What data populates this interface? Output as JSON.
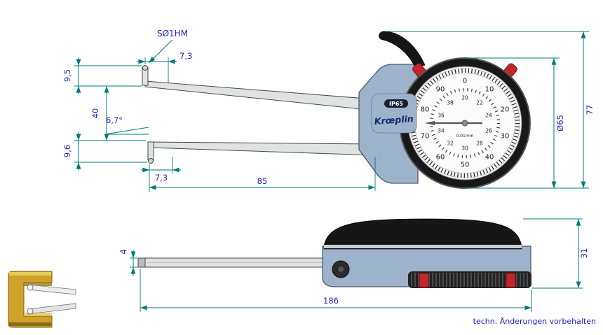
{
  "title": "Internal dial caliper gauge technical drawing",
  "brand": {
    "name": "Krœplin",
    "ip_rating": "IP65"
  },
  "dial": {
    "outer_scale": [
      "0",
      "10",
      "20",
      "30",
      "40",
      "50",
      "60",
      "70",
      "80",
      "90"
    ],
    "inner_scale": [
      "20",
      "22",
      "24",
      "26",
      "28",
      "30",
      "32",
      "34",
      "36",
      "38"
    ],
    "graduation": "0,01mm"
  },
  "dimensions": {
    "tip_label": "SØ1HM",
    "upper_tip_height": "9,5",
    "upper_tip_offset": "7,3",
    "arm_span": "40",
    "angle": "6,7°",
    "lower_tip_height": "9,6",
    "lower_tip_offset": "7,3",
    "arm_length": "85",
    "dial_diameter": "Ø65",
    "body_height": "77",
    "arm_thickness": "4",
    "side_height": "31",
    "total_length": "186"
  },
  "footer": {
    "note": "techn. Änderungen vorbehalten"
  },
  "colors": {
    "dimension_line": "#007a7a",
    "dimension_text": "#2424c2",
    "body": "#9db3cc",
    "body_dark": "#4d5a6a",
    "accent_red": "#c0262c",
    "brass": "#cfa22b",
    "black": "#161616"
  }
}
